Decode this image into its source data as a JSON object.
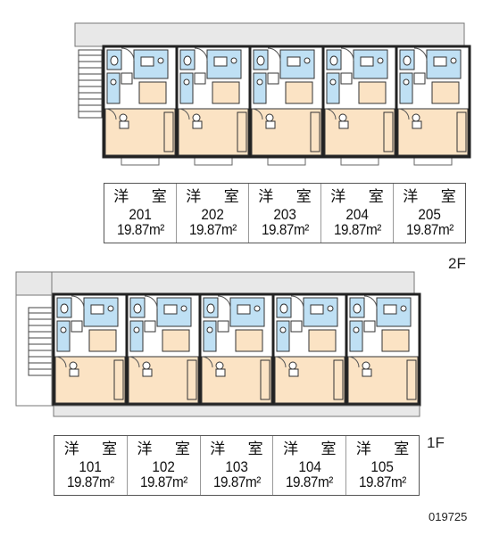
{
  "floors": [
    {
      "label": "2F",
      "rooms": [
        {
          "type": "洋 室",
          "number": "201",
          "area": "19.87m²"
        },
        {
          "type": "洋 室",
          "number": "202",
          "area": "19.87m²"
        },
        {
          "type": "洋 室",
          "number": "203",
          "area": "19.87m²"
        },
        {
          "type": "洋 室",
          "number": "204",
          "area": "19.87m²"
        },
        {
          "type": "洋 室",
          "number": "205",
          "area": "19.87m²"
        }
      ]
    },
    {
      "label": "1F",
      "rooms": [
        {
          "type": "洋 室",
          "number": "101",
          "area": "19.87m²"
        },
        {
          "type": "洋 室",
          "number": "102",
          "area": "19.87m²"
        },
        {
          "type": "洋 室",
          "number": "103",
          "area": "19.87m²"
        },
        {
          "type": "洋 室",
          "number": "104",
          "area": "19.87m²"
        },
        {
          "type": "洋 室",
          "number": "105",
          "area": "19.87m²"
        }
      ]
    }
  ],
  "plan_code": "019725",
  "colors": {
    "room_fill": "#fbe3c4",
    "wet_area_fill": "#bfe0f4",
    "corridor_fill": "#e8e8e8",
    "wall": "#222222"
  }
}
